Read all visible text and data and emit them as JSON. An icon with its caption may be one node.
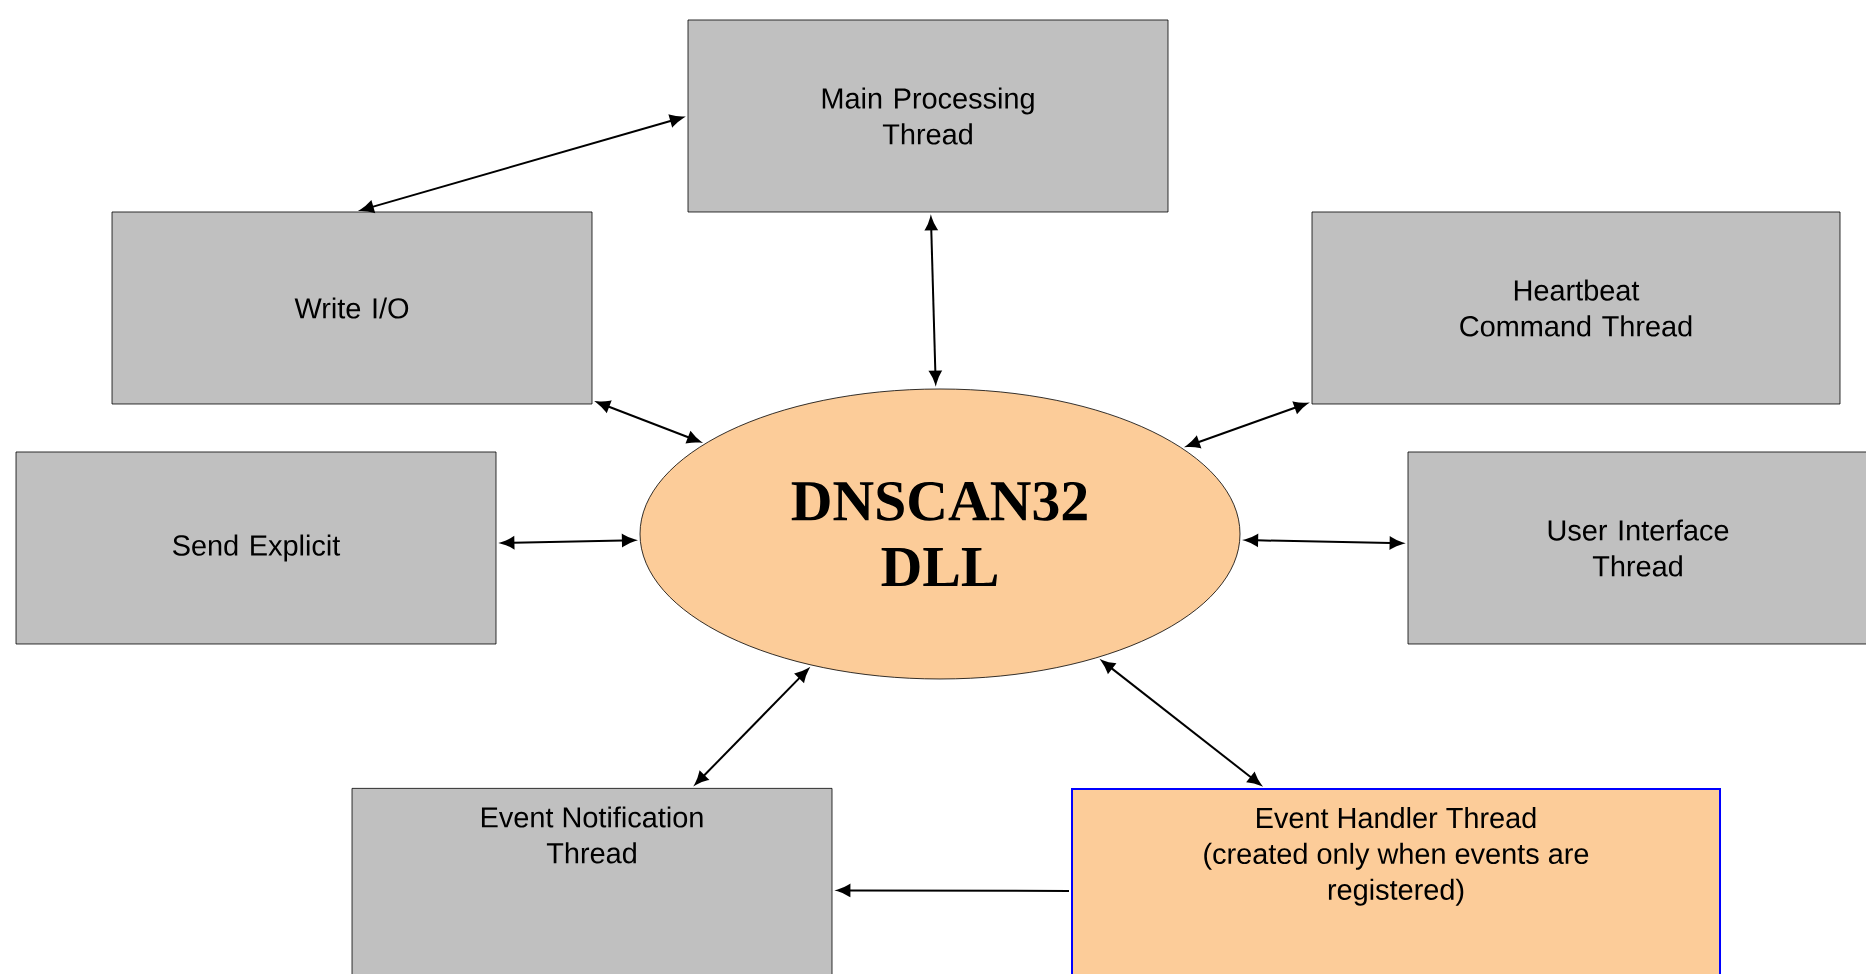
{
  "diagram": {
    "nodes": [
      {
        "text": [
          "Main Processing Thread"
        ]
      },
      {
        "text": [
          "Write I/O"
        ]
      },
      {
        "text": [
          "Heartbeat Command Thread"
        ]
      },
      {
        "text": [
          "DNSCAN32 DLL"
        ]
      },
      {
        "text": [
          "Send Explicit"
        ]
      },
      {
        "text": [
          "User Interface Thread"
        ]
      },
      {
        "text": [
          "Event Notification Thread"
        ]
      },
      {
        "text": [
          "Event Handler Thread",
          "(created only when events are registered)"
        ]
      }
    ],
    "edges": [
      {
        "from": 0,
        "to": 1,
        "arrow": "both"
      },
      {
        "from": 0,
        "to": 3,
        "arrow": "both"
      },
      {
        "from": 1,
        "to": 3,
        "arrow": "both"
      },
      {
        "from": 2,
        "to": 3,
        "arrow": "both"
      },
      {
        "from": 4,
        "to": 3,
        "arrow": "both"
      },
      {
        "from": 5,
        "to": 3,
        "arrow": "both"
      },
      {
        "from": 6,
        "to": 3,
        "arrow": "both"
      },
      {
        "from": 7,
        "to": 3,
        "arrow": "both"
      },
      {
        "from": 7,
        "to": 6,
        "arrow": "to"
      }
    ]
  }
}
